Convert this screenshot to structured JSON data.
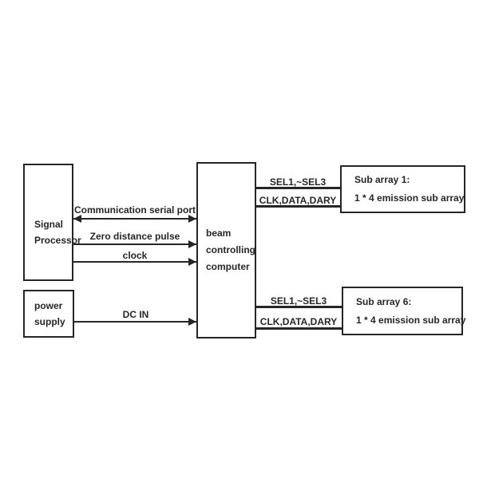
{
  "diagram": {
    "title": "beam steering control block diagram",
    "colors": {
      "line": "#262626",
      "text": "#262626",
      "background": "#ffffff"
    },
    "boxes": {
      "signal_processor": {
        "lines": [
          "Signal",
          "Processor"
        ]
      },
      "power_supply": {
        "lines": [
          "power",
          "supply"
        ]
      },
      "beam_computer": {
        "lines": [
          "beam",
          "controlling",
          "computer"
        ]
      },
      "sub_array_1": {
        "lines": [
          "Sub array 1:",
          "1 * 4 emission sub array"
        ]
      },
      "sub_array_6": {
        "lines": [
          "Sub array 6:",
          "1 * 4 emission sub array"
        ]
      }
    },
    "connections": {
      "comm_serial": {
        "label": "Communication serial port",
        "from": "Signal Processor",
        "to": "beam controlling computer",
        "direction": "both"
      },
      "zero_pulse": {
        "label": "Zero distance pulse",
        "from": "Signal Processor",
        "to": "beam controlling computer",
        "direction": "right"
      },
      "clock": {
        "label": "clock",
        "from": "Signal Processor",
        "to": "beam controlling computer",
        "direction": "right"
      },
      "dc_in": {
        "label": "DC IN",
        "from": "power supply",
        "to": "beam controlling computer",
        "direction": "right"
      },
      "sel_top": {
        "label": "SEL1,~SEL3",
        "from": "beam controlling computer",
        "to": "Sub array 1",
        "direction": "none"
      },
      "clk_top": {
        "label": "CLK,DATA,DARY",
        "from": "beam controlling computer",
        "to": "Sub array 1",
        "direction": "none"
      },
      "sel_bottom": {
        "label": "SEL1,~SEL3",
        "from": "beam controlling computer",
        "to": "Sub array 6",
        "direction": "none"
      },
      "clk_bottom": {
        "label": "CLK,DATA,DARY",
        "from": "beam controlling computer",
        "to": "Sub array 6",
        "direction": "none"
      }
    }
  }
}
